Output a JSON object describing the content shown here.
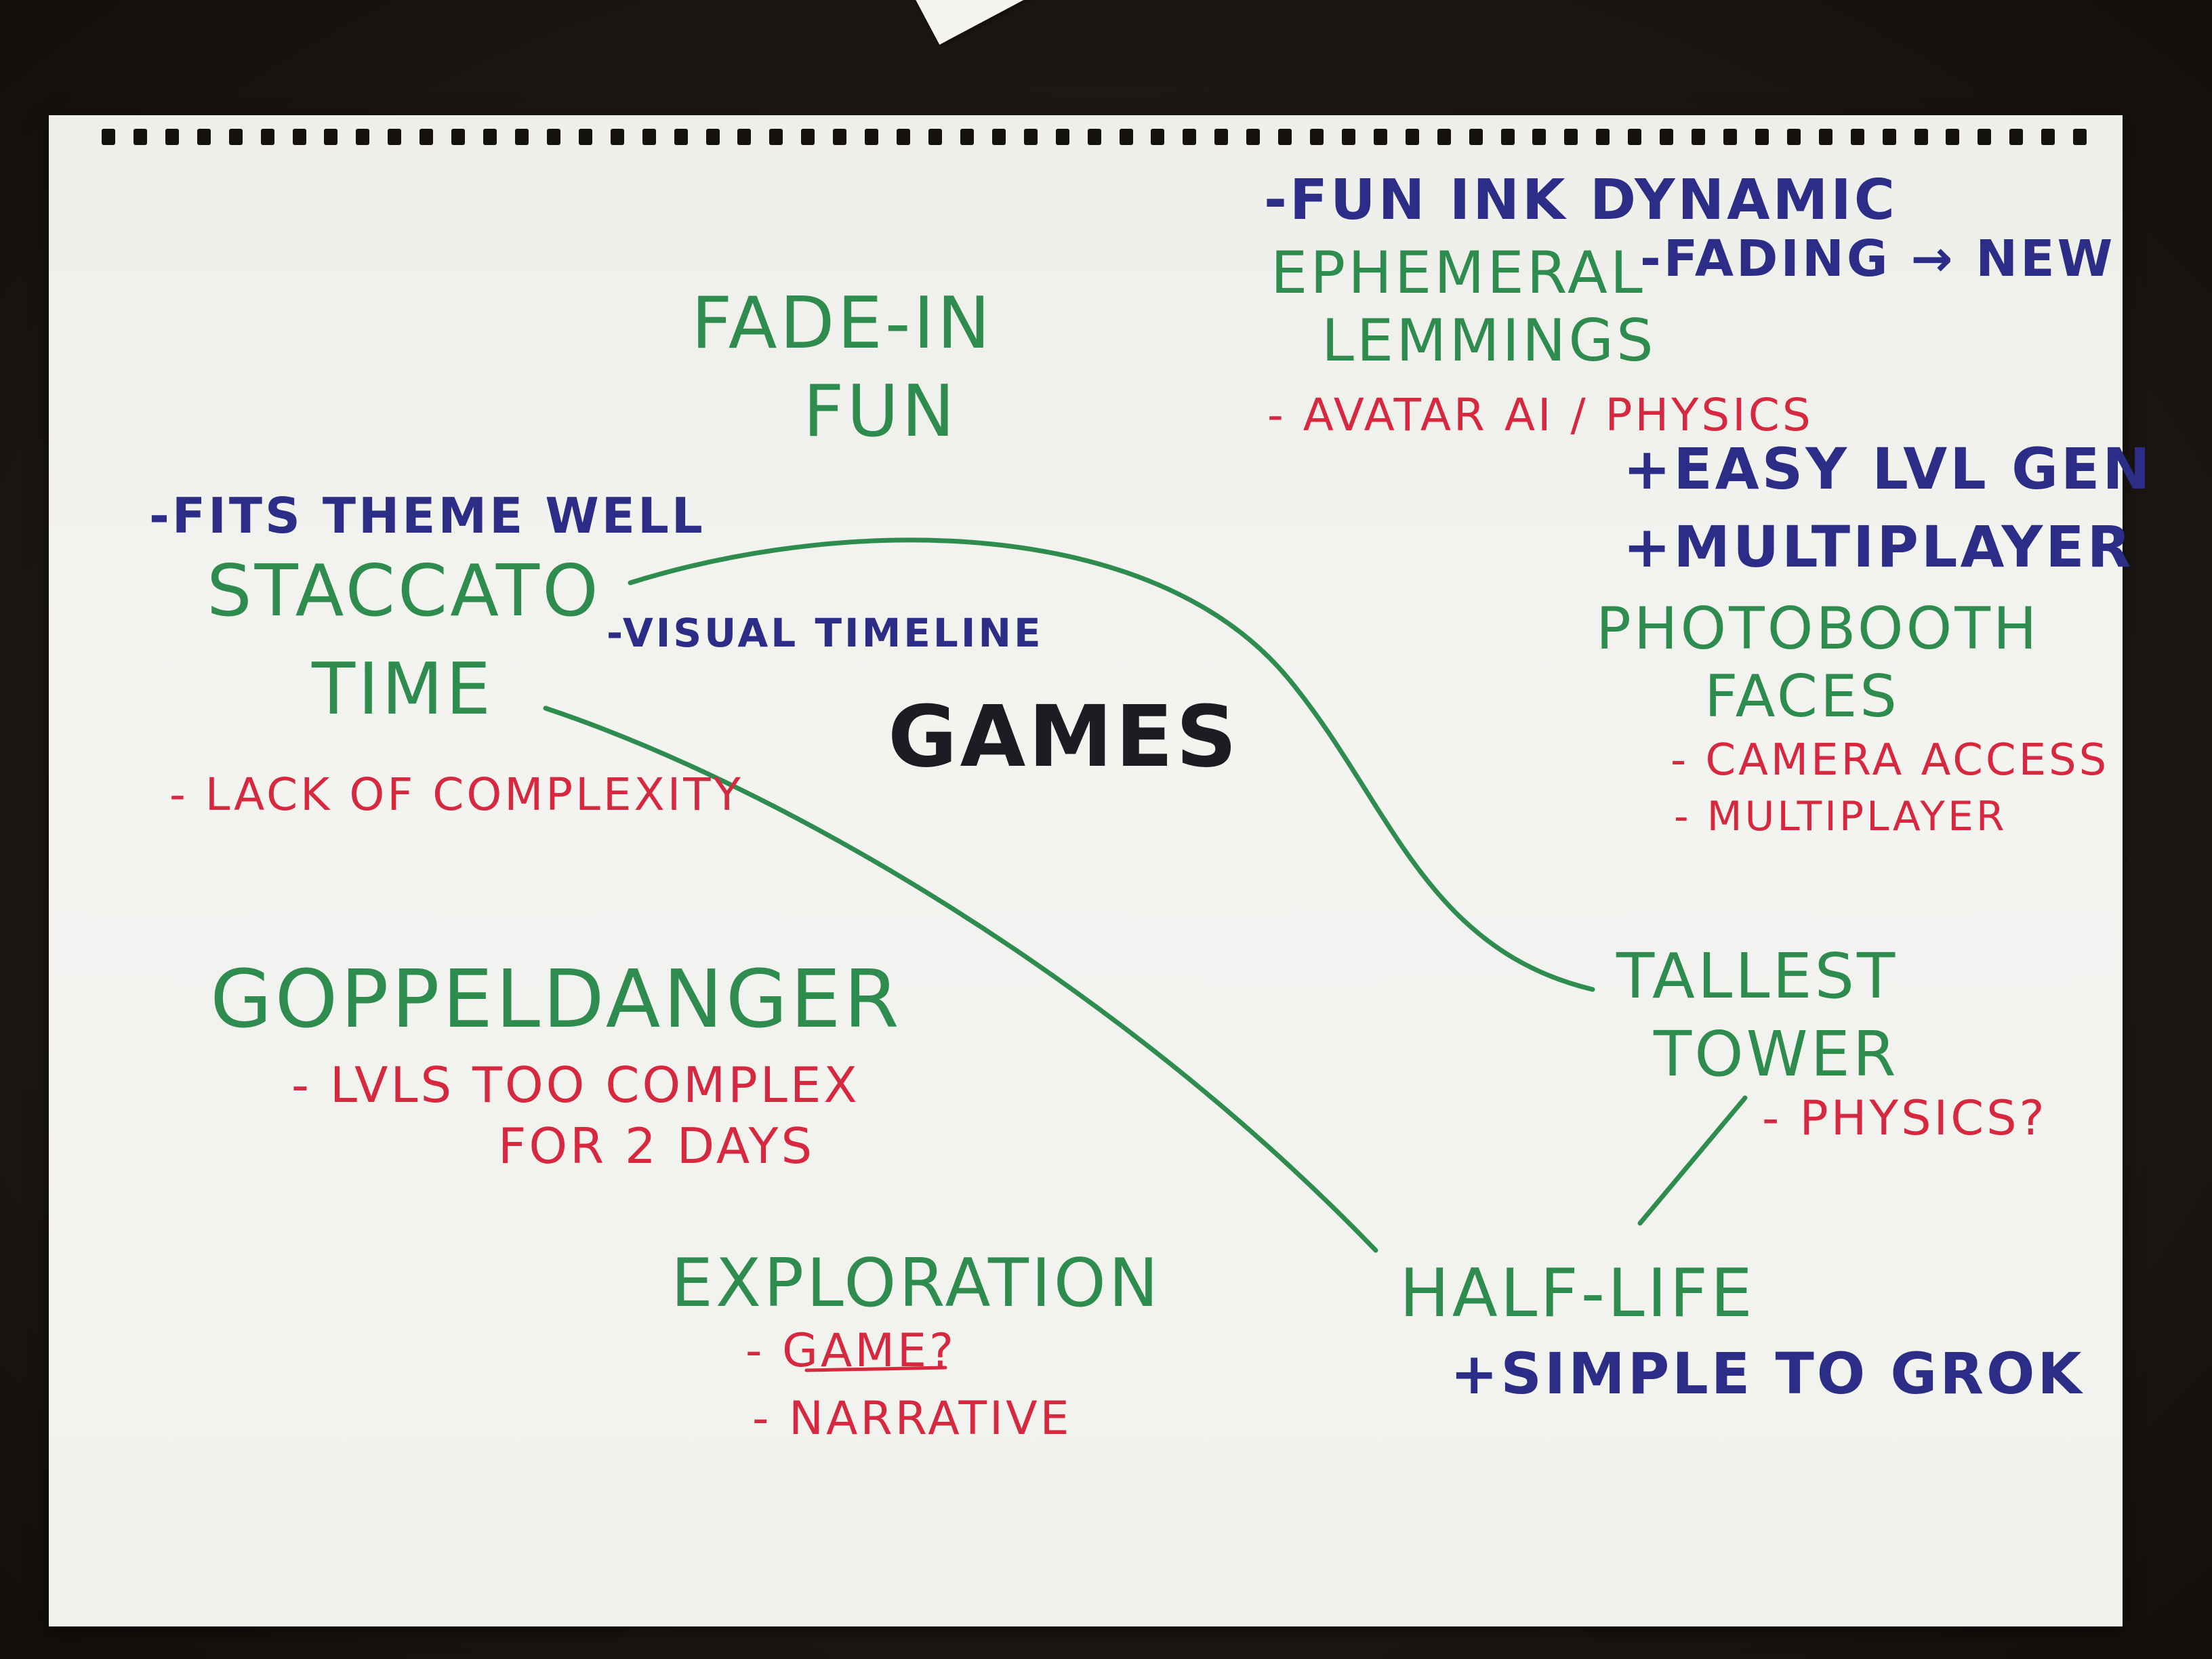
{
  "colors": {
    "green_marker": "#2f8c4f",
    "blue_marker": "#2b2d86",
    "red_marker": "#d6283e",
    "black_marker": "#1d1c22"
  },
  "center": "GAMES",
  "ideas": {
    "fade_in_fun": {
      "line1": "FADE-IN",
      "line2": "FUN"
    },
    "ephemeral_lemmings": {
      "line1": "EPHEMERAL",
      "line2": "LEMMINGS",
      "pro1": "-FUN INK DYNAMIC",
      "pro2": "-FADING → NEW",
      "con1": "- AVATAR AI / PHYSICS"
    },
    "staccato_time": {
      "line1": "STACCATO",
      "line2": "TIME",
      "pro1": "-FITS THEME WELL",
      "note1": "-VISUAL TIMELINE",
      "con1": "- LACK OF COMPLEXITY"
    },
    "photobooth_faces": {
      "line1": "PHOTOBOOTH",
      "line2": "FACES",
      "pro1": "+EASY LVL GEN",
      "pro2": "+MULTIPLAYER",
      "con1": "- CAMERA ACCESS",
      "con2": "- MULTIPLAYER"
    },
    "goppeldanger": {
      "line1": "GOPPELDANGER",
      "con1": "- LVLS TOO COMPLEX",
      "con2": "FOR 2 DAYS"
    },
    "tallest_tower": {
      "line1": "TALLEST",
      "line2": "TOWER",
      "con1": "- PHYSICS?"
    },
    "exploration": {
      "line1": "EXPLORATION",
      "con1": "- GAME?",
      "con2": "- NARRATIVE"
    },
    "half_life": {
      "line1": "HALF-LIFE",
      "pro1": "+SIMPLE TO GROK"
    }
  }
}
